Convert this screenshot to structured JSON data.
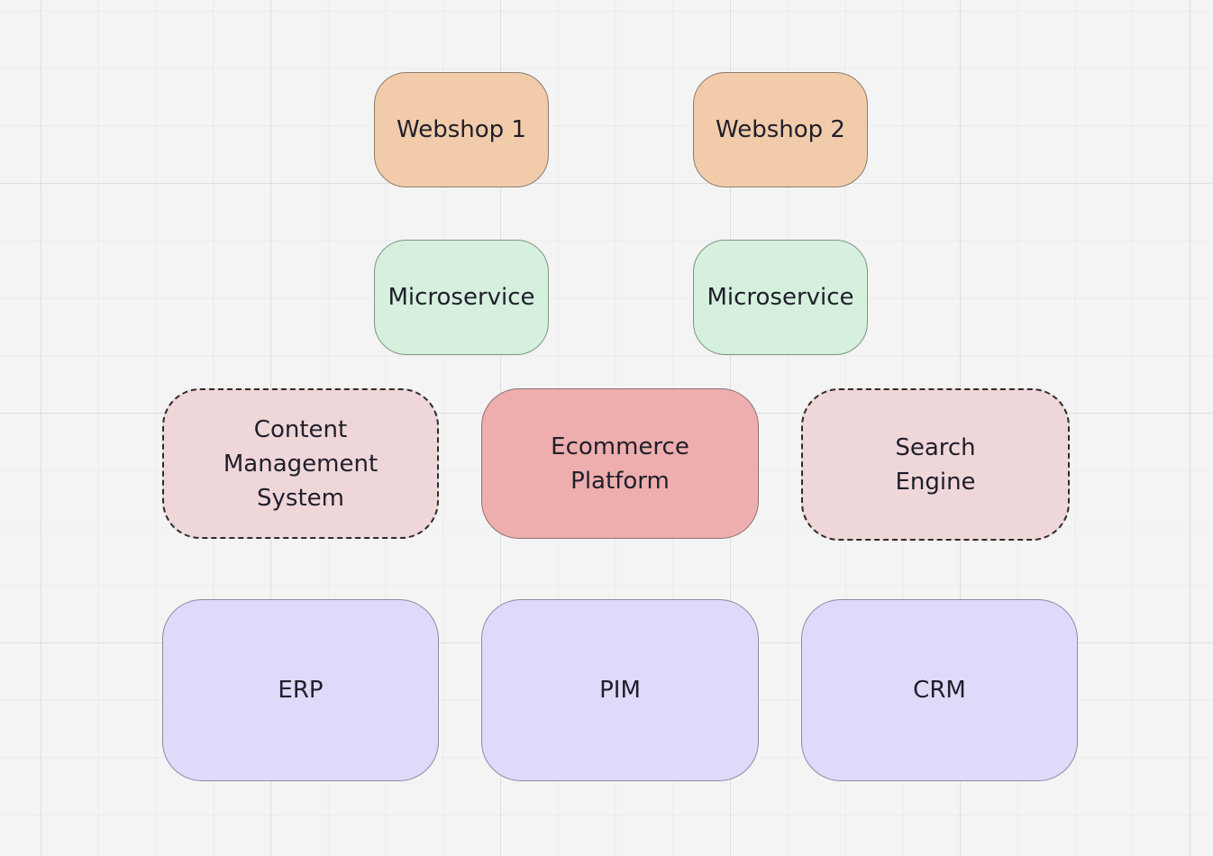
{
  "diagram": {
    "nodes": {
      "webshop_1": "Webshop 1",
      "webshop_2": "Webshop 2",
      "microservice_1": "Microservice",
      "microservice_2": "Microservice",
      "cms": "Content\nManagement\nSystem",
      "ecommerce": "Ecommerce\nPlatform",
      "search": "Search\nEngine",
      "erp": "ERP",
      "pim": "PIM",
      "crm": "CRM"
    },
    "colors": {
      "canvas_background": "#f4f4f4",
      "webshop_fill": "#f2ccaa",
      "microservice_fill": "#d5f0dd",
      "dashed_fill": "#efd6d8",
      "platform_fill": "#eeaeae",
      "system_fill": "#dddafa"
    }
  }
}
